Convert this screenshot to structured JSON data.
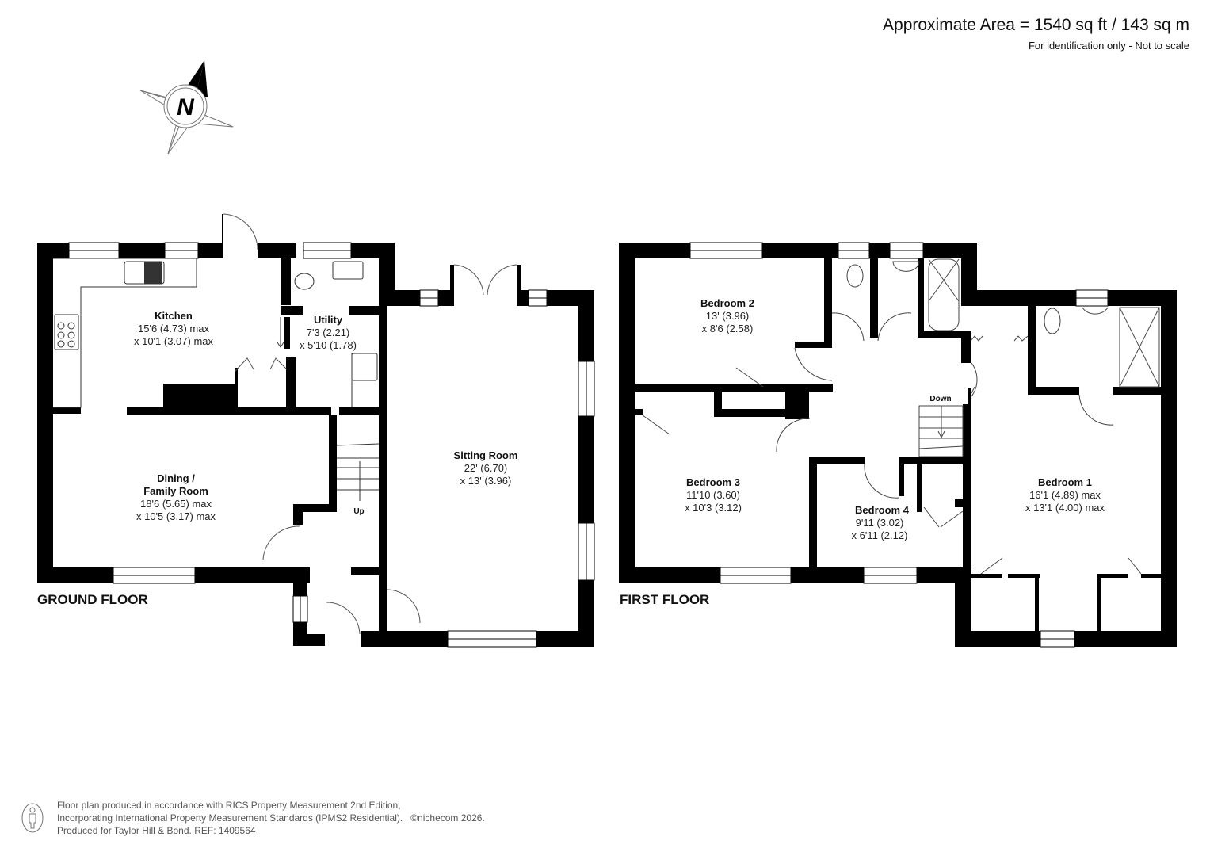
{
  "header": {
    "area": "Approximate Area = 1540 sq ft / 143 sq m",
    "disclaimer": "For identification only - Not to scale"
  },
  "compass": {
    "icon": "north-compass-icon",
    "letter": "N"
  },
  "ground_floor": {
    "label": "GROUND FLOOR",
    "stairs_label": "Up",
    "rooms": {
      "kitchen": {
        "name": "Kitchen",
        "dim1": "15'6 (4.73) max",
        "dim2": "x 10'1 (3.07) max"
      },
      "utility": {
        "name": "Utility",
        "dim1": "7'3 (2.21)",
        "dim2": "x 5'10 (1.78)"
      },
      "dining": {
        "name1": "Dining /",
        "name2": "Family Room",
        "dim1": "18'6 (5.65) max",
        "dim2": "x 10'5 (3.17) max"
      },
      "sitting": {
        "name": "Sitting Room",
        "dim1": "22' (6.70)",
        "dim2": "x 13' (3.96)"
      }
    }
  },
  "first_floor": {
    "label": "FIRST FLOOR",
    "stairs_label": "Down",
    "rooms": {
      "bedroom1": {
        "name": "Bedroom 1",
        "dim1": "16'1 (4.89) max",
        "dim2": "x 13'1 (4.00) max"
      },
      "bedroom2": {
        "name": "Bedroom 2",
        "dim1": "13' (3.96)",
        "dim2": "x 8'6 (2.58)"
      },
      "bedroom3": {
        "name": "Bedroom 3",
        "dim1": "11'10 (3.60)",
        "dim2": "x 10'3 (3.12)"
      },
      "bedroom4": {
        "name": "Bedroom 4",
        "dim1": "9'11 (3.02)",
        "dim2": "x 6'11 (2.12)"
      }
    }
  },
  "footer": {
    "line1": "Floor plan produced in accordance with RICS Property Measurement 2nd Edition,",
    "line2": "Incorporating International Property Measurement Standards (IPMS2 Residential).",
    "copyright": "©nichecom 2026.",
    "line3": "Produced for Taylor Hill & Bond.   REF: 1409564"
  },
  "colors": {
    "wall": "#000000",
    "background": "#ffffff",
    "text": "#111111",
    "footer_text": "#555555"
  }
}
